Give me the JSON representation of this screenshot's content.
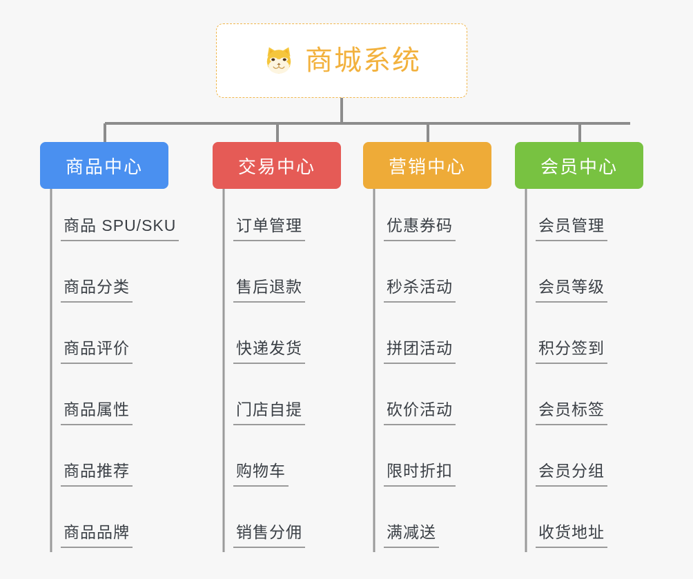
{
  "page": {
    "background_color": "#f7f7f7",
    "title": "商城系统"
  },
  "root": {
    "label": "商城系统",
    "icon": "shiba-dog-icon",
    "text_color": "#f2b13d",
    "border_color": "#f0b64a",
    "background_color": "#ffffff"
  },
  "connector": {
    "color": "#8c8c8c"
  },
  "branches": [
    {
      "label": "商品中心",
      "color": "#4a90f0",
      "items": [
        "商品 SPU/SKU",
        "商品分类",
        "商品评价",
        "商品属性",
        "商品推荐",
        "商品品牌"
      ]
    },
    {
      "label": "交易中心",
      "color": "#e55b56",
      "items": [
        "订单管理",
        "售后退款",
        "快递发货",
        "门店自提",
        "购物车",
        "销售分佣"
      ]
    },
    {
      "label": "营销中心",
      "color": "#eeab38",
      "items": [
        "优惠券码",
        "秒杀活动",
        "拼团活动",
        "砍价活动",
        "限时折扣",
        "满减送"
      ]
    },
    {
      "label": "会员中心",
      "color": "#78c241",
      "items": [
        "会员管理",
        "会员等级",
        "积分签到",
        "会员标签",
        "会员分组",
        "收货地址"
      ]
    }
  ]
}
